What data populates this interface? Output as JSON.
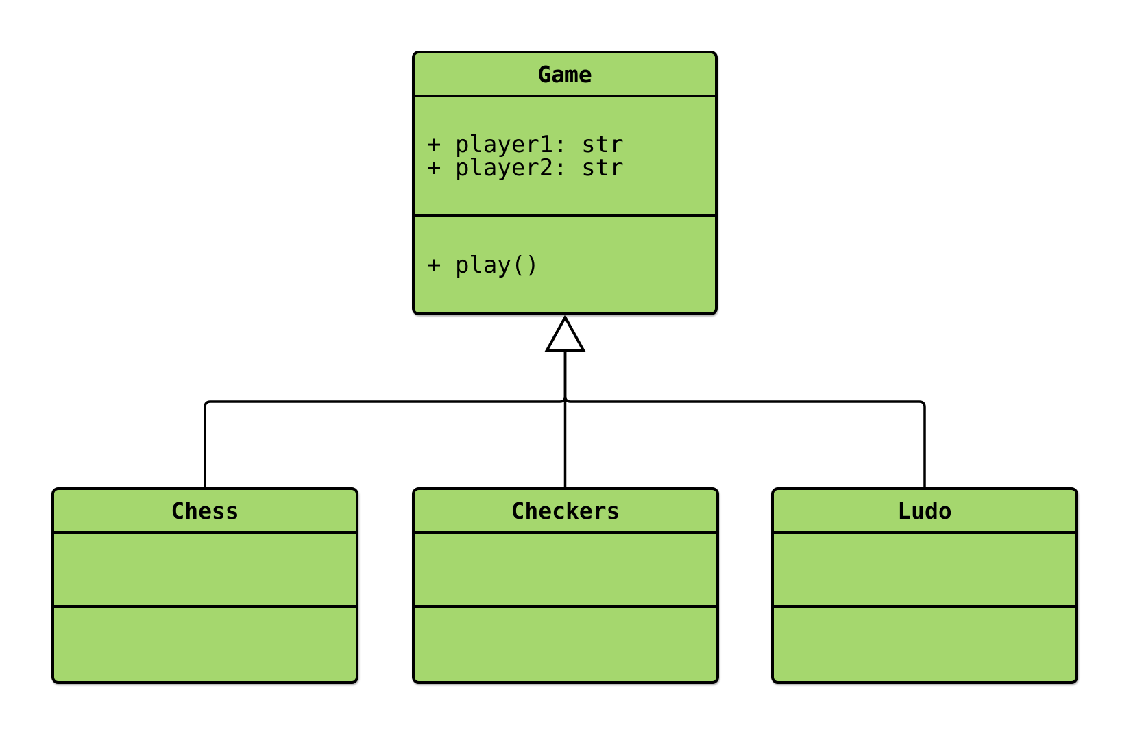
{
  "diagram": {
    "type": "uml-class-diagram",
    "background_color": "#ffffff",
    "node_fill_color": "#a5d76e",
    "node_border_color": "#000000",
    "classes": [
      {
        "name": "Game",
        "attributes": [
          "+ player1: str",
          "+ player2: str"
        ],
        "methods": [
          "+ play()"
        ]
      },
      {
        "name": "Chess",
        "attributes": [],
        "methods": []
      },
      {
        "name": "Checkers",
        "attributes": [],
        "methods": []
      },
      {
        "name": "Ludo",
        "attributes": [],
        "methods": []
      }
    ],
    "relationships": [
      {
        "from": "Chess",
        "to": "Game",
        "type": "inheritance"
      },
      {
        "from": "Checkers",
        "to": "Game",
        "type": "inheritance"
      },
      {
        "from": "Ludo",
        "to": "Game",
        "type": "inheritance"
      }
    ]
  }
}
